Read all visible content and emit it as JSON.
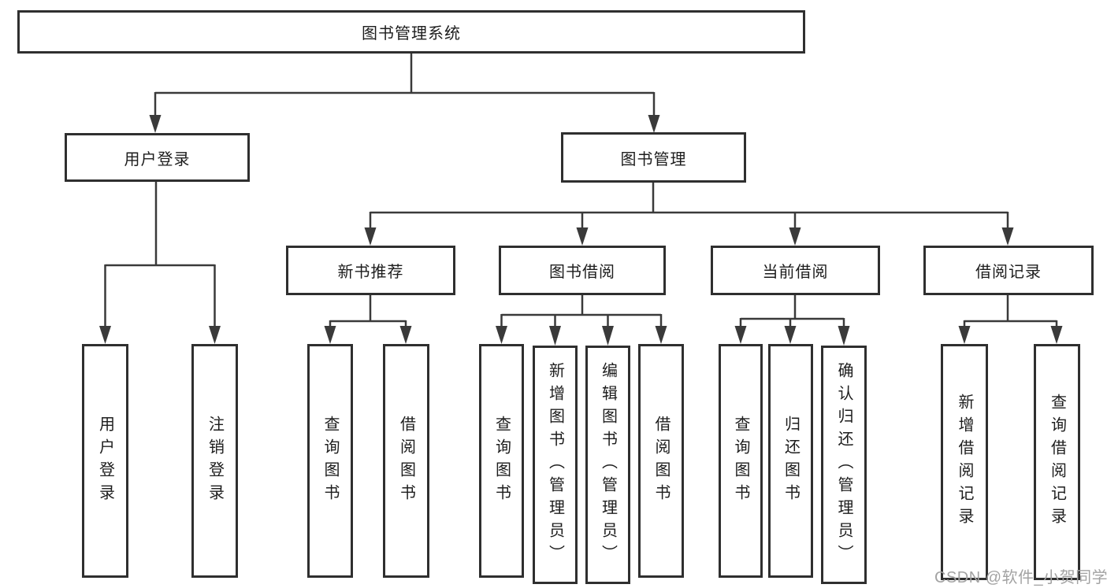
{
  "diagram": {
    "root": "图书管理系统",
    "level2": {
      "user_login": "用户登录",
      "book_mgmt": "图书管理"
    },
    "level3": [
      "新书推荐",
      "图书借阅",
      "当前借阅",
      "借阅记录"
    ],
    "leaves": {
      "user": [
        "用户登录",
        "注销登录"
      ],
      "recommend": [
        "查询图书",
        "借阅图书"
      ],
      "borrow": [
        "查询图书",
        "新增图书（管理员）",
        "编辑图书（管理员）",
        "借阅图书"
      ],
      "current": [
        "查询图书",
        "归还图书",
        "确认归还（管理员）"
      ],
      "record": [
        "新增借阅记录",
        "查询借阅记录"
      ]
    }
  },
  "watermark": "CSDN @软件_小贺同学",
  "colors": {
    "line": "#3a3a3a",
    "border": "#2f2f2f",
    "text": "#1d1d1d",
    "watermark": "#a3a3a3",
    "background": "#ffffff"
  }
}
